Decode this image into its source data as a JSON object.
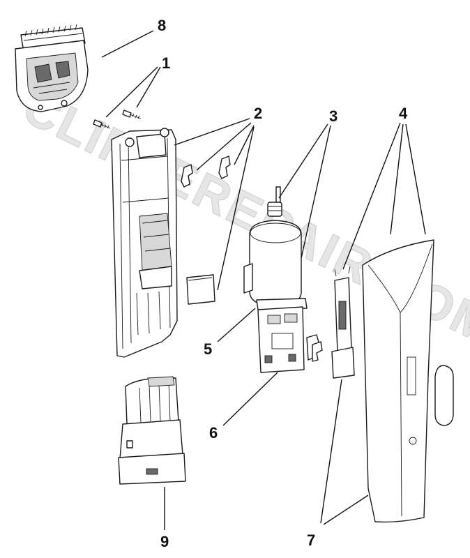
{
  "watermark": "CLIPPEREPAIR.COM",
  "callouts": {
    "c1": "1",
    "c2": "2",
    "c3": "3",
    "c4": "4",
    "c5": "5",
    "c6": "6",
    "c7": "7",
    "c8": "8",
    "c9": "9"
  }
}
